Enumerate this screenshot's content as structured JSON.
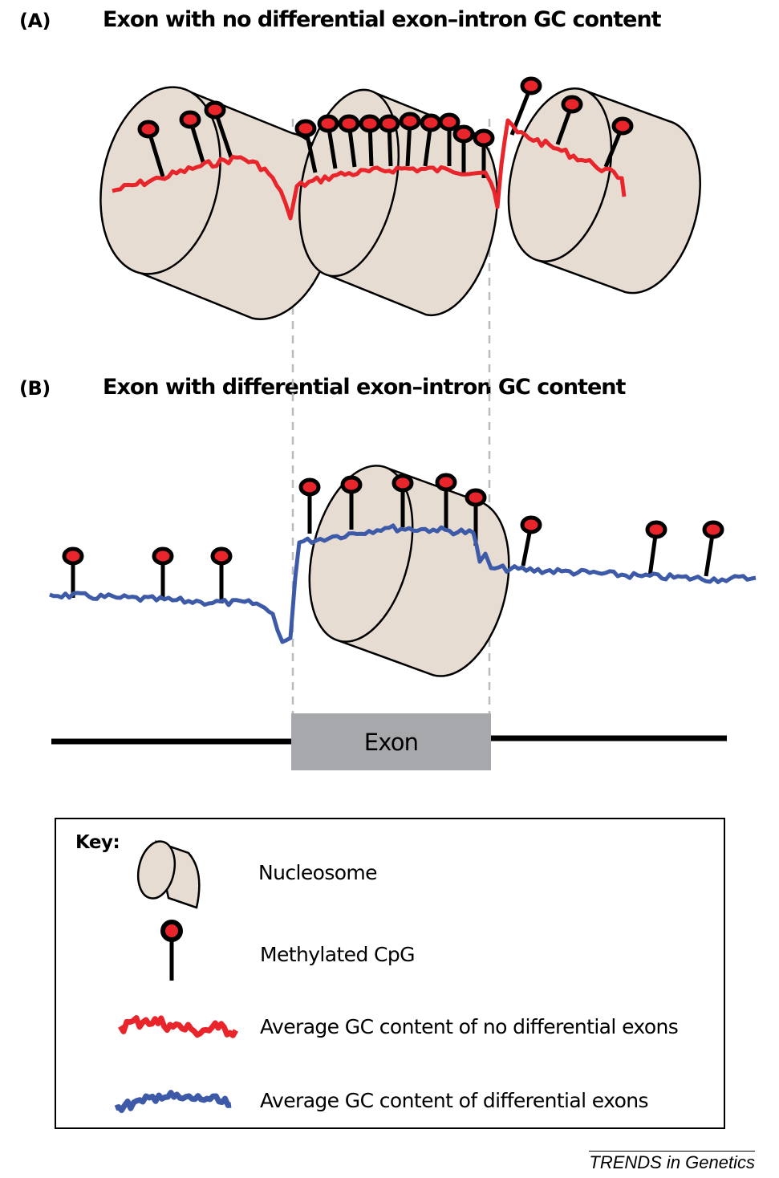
{
  "panels": [
    {
      "label": "(A)",
      "title": "Exon with  no differential exon–intron GC content",
      "trace_color": "#e8252b"
    },
    {
      "label": "(B)",
      "title": "Exon with differential exon–intron GC content",
      "trace_color": "#3d5aa8"
    }
  ],
  "gene_model": {
    "exon_label": "Exon"
  },
  "key": {
    "title": "Key:",
    "items": [
      {
        "icon": "nucleosome-icon",
        "label": "Nucleosome"
      },
      {
        "icon": "methylated-cpg-icon",
        "label": "Methylated CpG"
      },
      {
        "icon": "red-gc-trace-icon",
        "label": "Average GC content of no differential exons"
      },
      {
        "icon": "blue-gc-trace-icon",
        "label": "Average GC content of differential exons"
      }
    ]
  },
  "colors": {
    "nucleosome_fill": "#e6dcd2",
    "cpg_head": "#e8252b",
    "exon_box": "#a7a8ab",
    "guide": "#bbbbbb"
  },
  "source": "TRENDS in Genetics"
}
